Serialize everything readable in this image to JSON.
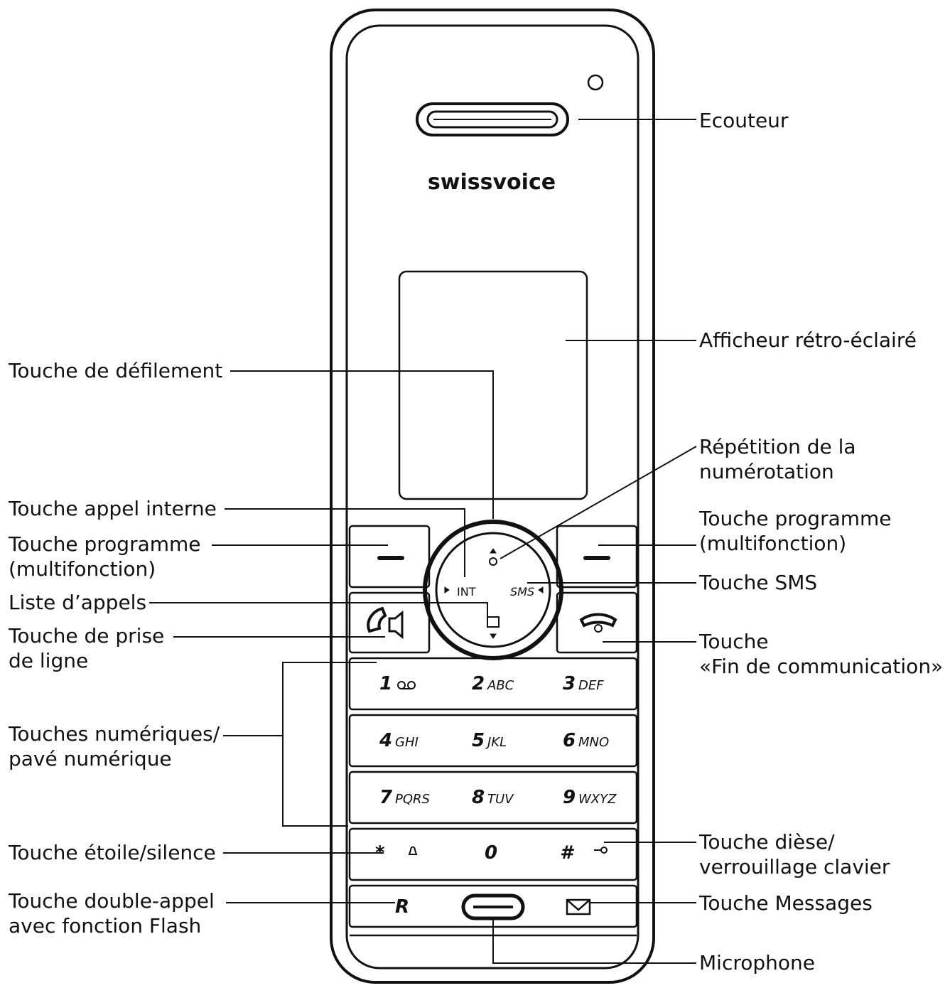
{
  "brand": "swissvoice",
  "nav_labels": {
    "int": "INT",
    "sms": "SMS"
  },
  "keypad": [
    {
      "num": "1",
      "letters": ""
    },
    {
      "num": "2",
      "letters": "ABC"
    },
    {
      "num": "3",
      "letters": "DEF"
    },
    {
      "num": "4",
      "letters": "GHI"
    },
    {
      "num": "5",
      "letters": "JKL"
    },
    {
      "num": "6",
      "letters": "MNO"
    },
    {
      "num": "7",
      "letters": "PQRS"
    },
    {
      "num": "8",
      "letters": "TUV"
    },
    {
      "num": "9",
      "letters": "WXYZ"
    }
  ],
  "bottom_keys": {
    "star": "*",
    "zero": "0",
    "hash": "#",
    "recall": "R"
  },
  "labels": {
    "ecouteur": "Ecouteur",
    "afficheur": "Afficheur rétro-éclairé",
    "defilement": "Touche de défilement",
    "repetition": [
      "Répétition de la",
      "numérotation"
    ],
    "appel_interne": "Touche appel interne",
    "programme_left": [
      "Touche programme",
      "(multifonction)"
    ],
    "programme_right": [
      "Touche programme",
      "(multifonction)"
    ],
    "sms": "Touche SMS",
    "liste_appels": "Liste d’appels",
    "prise_ligne": [
      "Touche de prise",
      "de ligne"
    ],
    "fin_communication": [
      "Touche",
      "«Fin de communication»"
    ],
    "numeriques": [
      "Touches numériques/",
      "pavé numérique"
    ],
    "etoile": "Touche étoile/silence",
    "diese": [
      "Touche dièse/",
      "verrouillage clavier"
    ],
    "double_appel": [
      "Touche double-appel",
      "avec fonction Flash"
    ],
    "messages": "Touche Messages",
    "microphone": "Microphone"
  },
  "colors": {
    "ink": "#111111",
    "background": "#ffffff"
  }
}
